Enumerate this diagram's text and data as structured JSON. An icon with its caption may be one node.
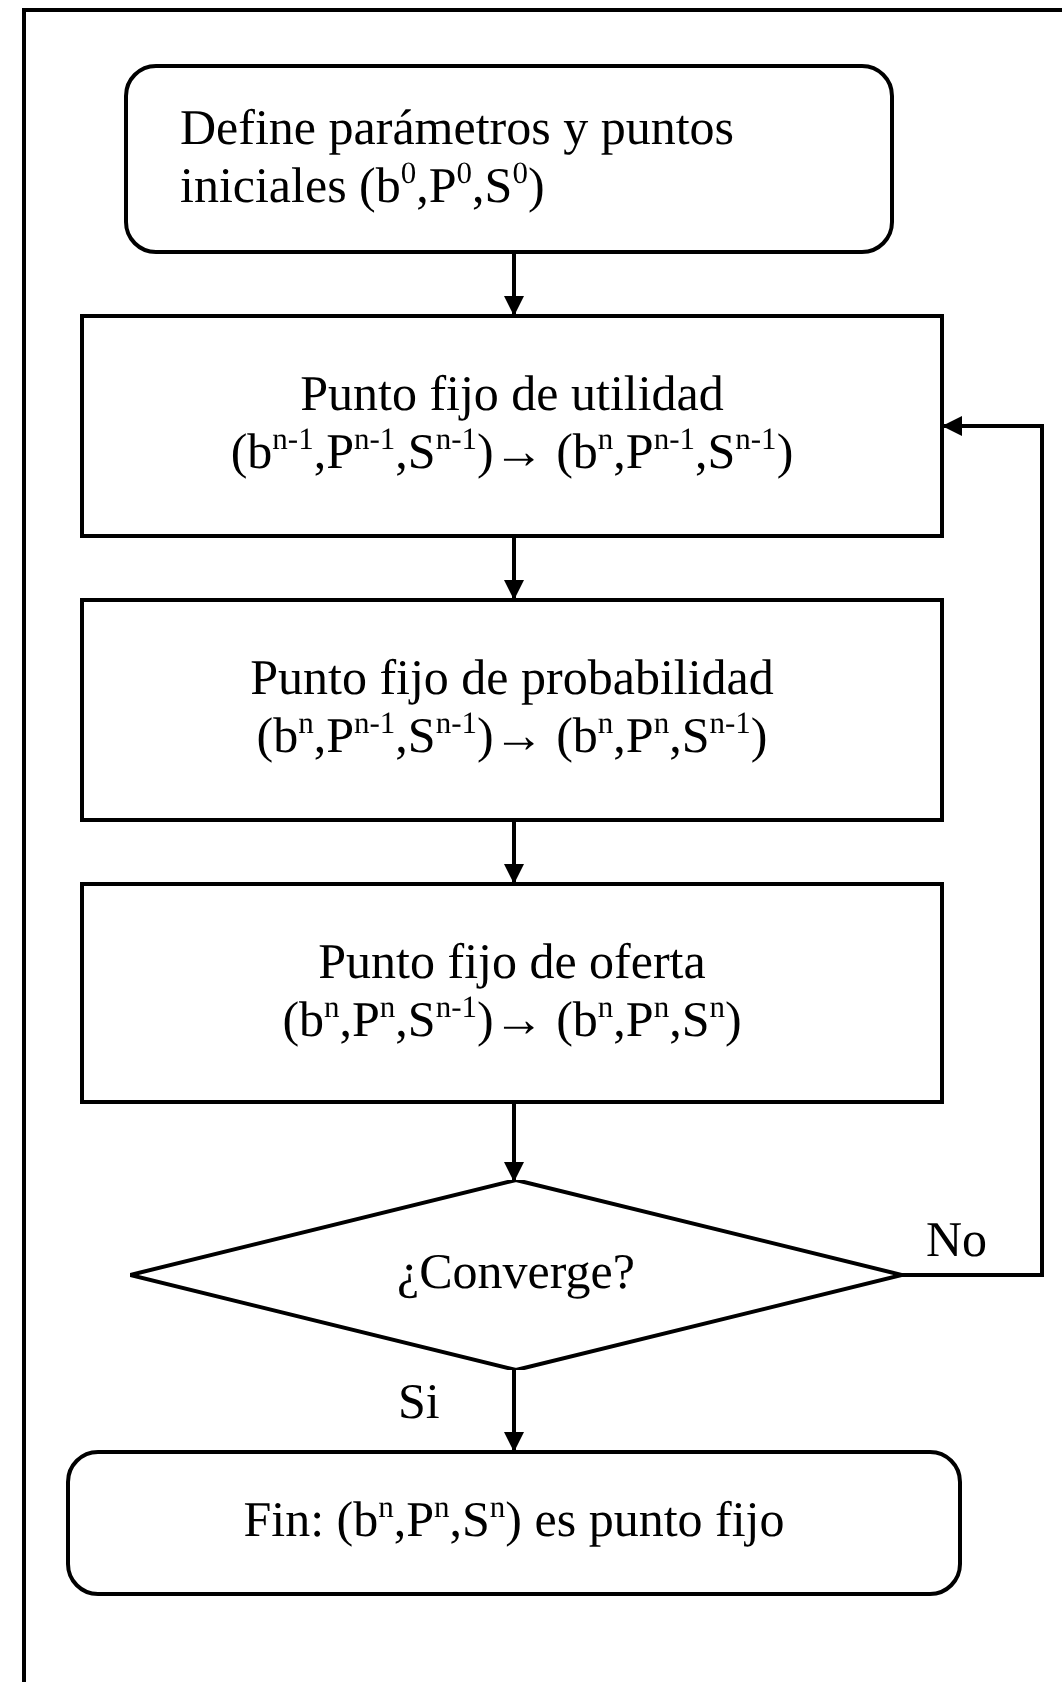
{
  "diagram": {
    "nodes": [
      {
        "text": [
          "Define parámetros y puntos iniciales (b$^{0}$,P$^{0}$,S$^{0}$)"
        ]
      },
      {
        "text": [
          "Punto fijo de utilidad",
          "(b$^{n-1}$,P$^{n-1}$,S$^{n-1}$)→ (b$^{n}$,P$^{n-1}$,S$^{n-1}$)"
        ]
      },
      {
        "text": [
          "Punto fijo de probabilidad",
          "(b$^{n}$,P$^{n-1}$,S$^{n-1}$)→ (b$^{n}$,P$^{n}$,S$^{n-1}$)"
        ]
      },
      {
        "text": [
          "Punto fijo de oferta",
          "(b$^{n}$,P$^{n}$,S$^{n-1}$)→ (b$^{n}$,P$^{n}$,S$^{n}$)"
        ]
      },
      {
        "text": [
          "¿Converge?"
        ]
      },
      {
        "text": [
          "Fin: (b$^{n}$,P$^{n}$,S$^{n}$) es punto fijo"
        ]
      }
    ],
    "edges": [
      {
        "from": 0,
        "to": 1,
        "arrow": "to"
      },
      {
        "from": 1,
        "to": 2,
        "arrow": "to"
      },
      {
        "from": 2,
        "to": 3,
        "arrow": "to"
      },
      {
        "from": 3,
        "to": 4,
        "arrow": "to"
      },
      {
        "from": 4,
        "to": 1,
        "arrow": "to",
        "label": "No"
      },
      {
        "from": 4,
        "to": 5,
        "arrow": "to",
        "label": "Si"
      }
    ]
  }
}
